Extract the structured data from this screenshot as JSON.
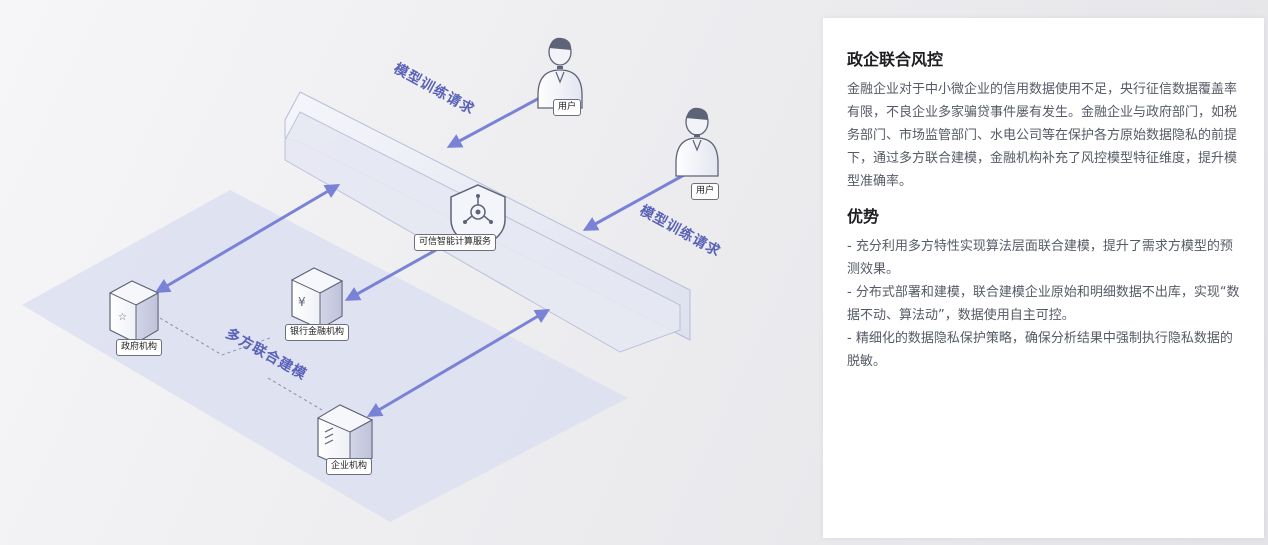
{
  "diagram": {
    "center_service": "可信智能计算服务",
    "user_top": "用户",
    "user_right": "用户",
    "government": "政府机构",
    "bank": "银行金融机构",
    "enterprise": "企业机构",
    "flow_top": "模型训练请求",
    "flow_right": "模型训练请求",
    "flow_bottom": "多方联合建模"
  },
  "card": {
    "title": "政企联合风控",
    "description": "金融企业对于中小微企业的信用数据使用不足，央行征信数据覆盖率有限，不良企业多家骗贷事件屡有发生。金融企业与政府部门，如税务部门、市场监管部门、水电公司等在保护各方原始数据隐私的前提下，通过多方联合建模，金融机构补充了风控模型特征维度，提升模型准确率。",
    "advantages_title": "优势",
    "advantages": [
      "- 充分利用多方特性实现算法层面联合建模，提升了需求方模型的预测效果。",
      "- 分布式部署和建模，联合建模企业原始和明细数据不出库，实现“数据不动、算法动”，数据使用自主可控。",
      "- 精细化的数据隐私保护策略，确保分析结果中强制执行隐私数据的脱敏。"
    ]
  },
  "colors": {
    "arrow": "#7a82d6",
    "platform_fill": "#dcdff0",
    "card_bg": "#ffffff"
  }
}
